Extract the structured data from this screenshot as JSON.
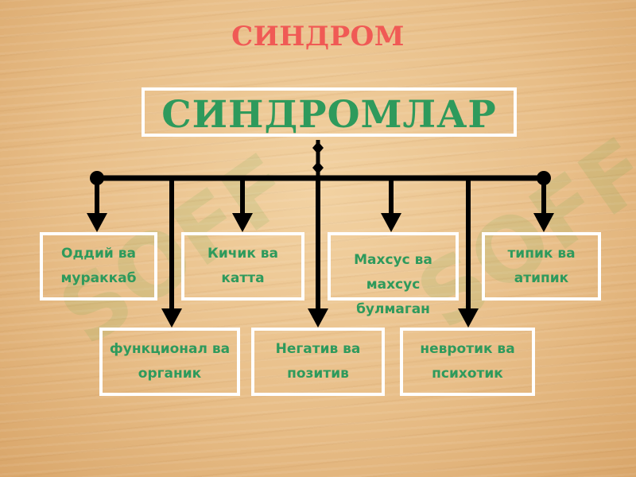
{
  "title": "СИНДРОМ",
  "root": "СИНДРОМЛАР",
  "top_row": [
    "Оддий ва\nмураккаб",
    "Кичик ва\nкатта",
    "Махсус ва\nмахсус\nбулмаган",
    "типик ва\nатипик"
  ],
  "bottom_row": [
    "функционал ва\nорганик",
    "Негатив ва\nпозитив",
    "невротик ва\nпсихотик"
  ],
  "colors": {
    "title": "#f05a55",
    "label_green": "#2e9a5c",
    "box_border": "#ffffff",
    "connector": "#000000"
  }
}
